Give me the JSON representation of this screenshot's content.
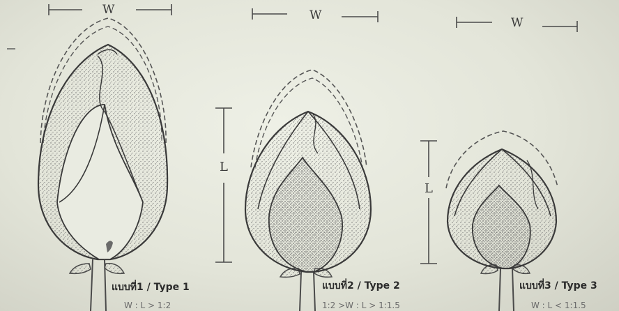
{
  "dimension_labels": {
    "width": "W",
    "length": "L"
  },
  "types": [
    {
      "caption": "แบบที่1 / Type 1",
      "ratio": "W : L > 1:2"
    },
    {
      "caption": "แบบที่2 / Type 2",
      "ratio": "1:2 >W : L > 1:1.5"
    },
    {
      "caption": "แบบที่3 / Type 3",
      "ratio": "W : L < 1:1.5"
    }
  ]
}
